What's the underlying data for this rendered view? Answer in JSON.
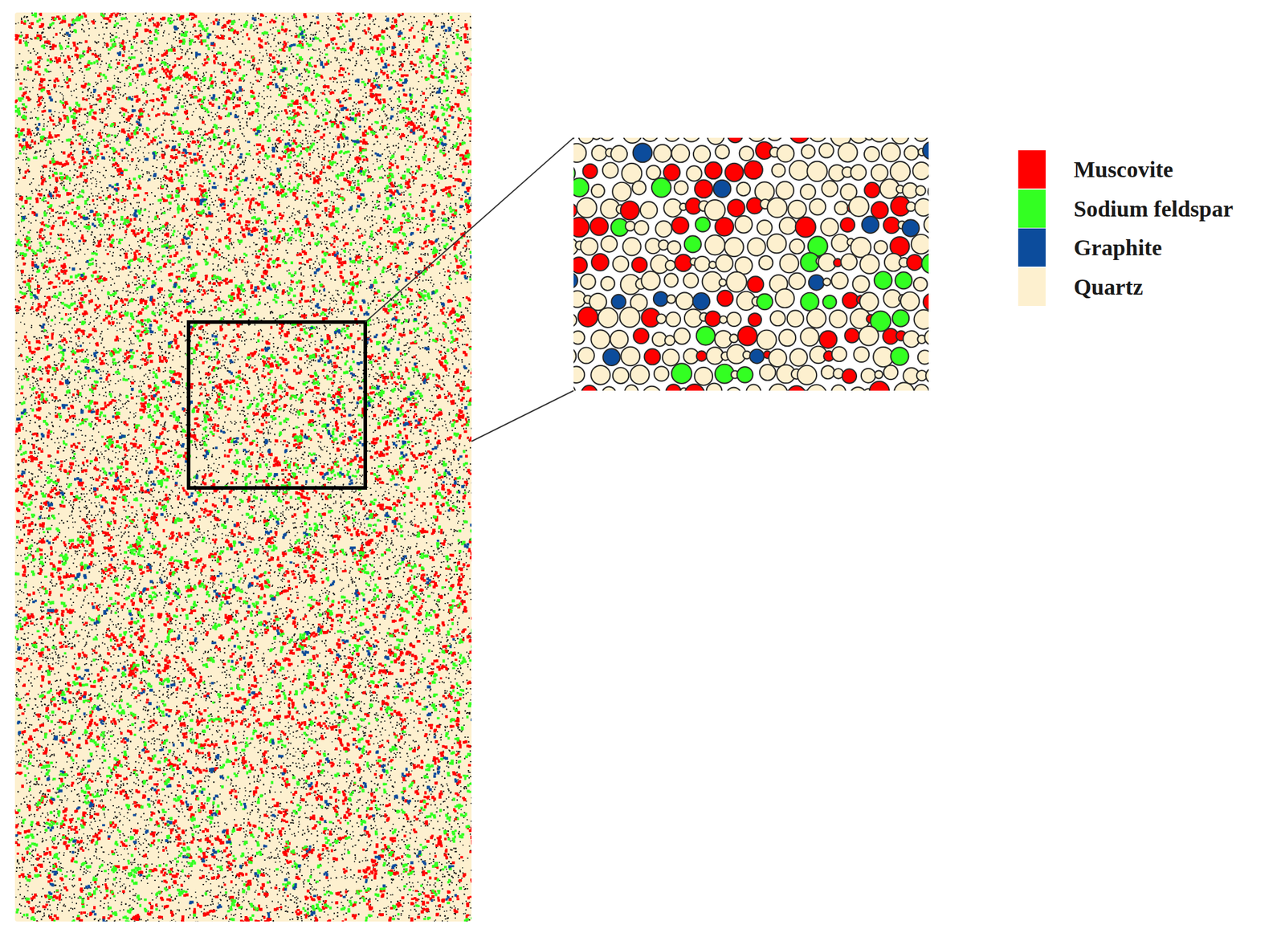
{
  "diagram": {
    "legend": [
      {
        "text": "Muscovite",
        "color": "#ff0000"
      },
      {
        "text": "Sodium feldspar",
        "color": "#33ff22"
      },
      {
        "text": "Graphite",
        "color": "#0c4c9c"
      },
      {
        "text": "Quartz",
        "color": "#fdf0cf"
      }
    ]
  }
}
